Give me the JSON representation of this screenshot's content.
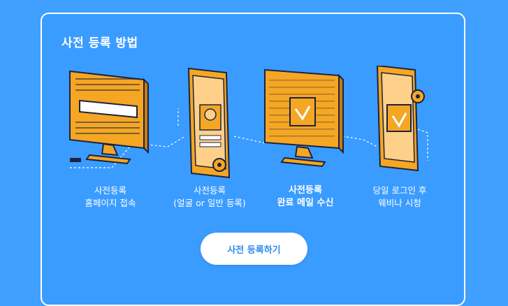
{
  "title": "사전 등록 방법",
  "steps": [
    {
      "line1": "사전등록",
      "line2": "홈페이지 접속",
      "icon": "monitor-login-icon"
    },
    {
      "line1": "사전등록",
      "line2": "(얼굴 or 일반 등록)",
      "icon": "phone-face-registration-icon"
    },
    {
      "line1": "사전등록",
      "line2": "완료 메일 수신",
      "icon": "monitor-mail-check-icon"
    },
    {
      "line1": "당일 로그인 후",
      "line2": "웨비나 시청",
      "icon": "phone-login-check-icon"
    }
  ],
  "cta_label": "사전 등록하기",
  "colors": {
    "background": "#3fa0ff",
    "accent": "#f5a623",
    "outline": "#1b2340",
    "cta_text": "#2f8cf0"
  }
}
